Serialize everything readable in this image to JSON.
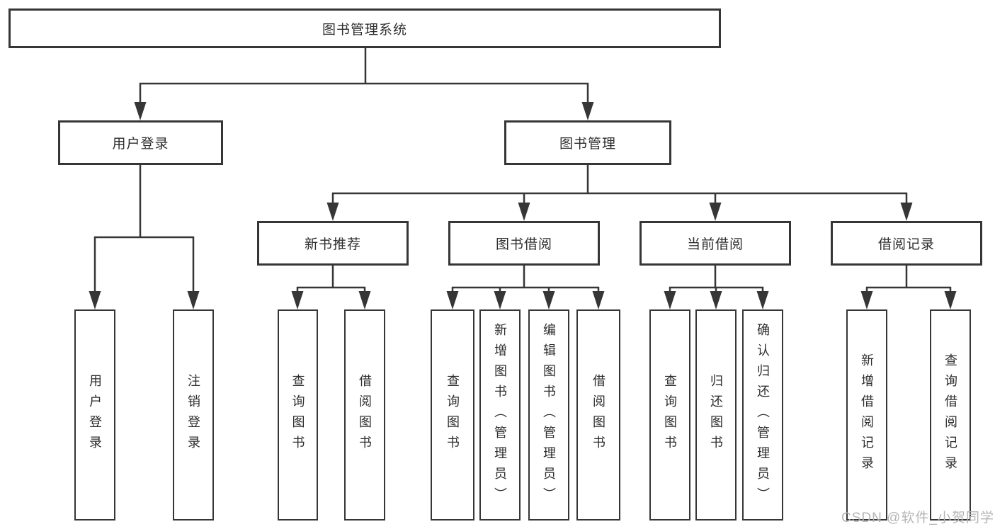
{
  "diagram": {
    "root_label": "图书管理系统",
    "level1": {
      "user_login": "用户登录",
      "book_management": "图书管理"
    },
    "level2": {
      "new_book_recommend": "新书推荐",
      "book_borrowing": "图书借阅",
      "current_borrowing": "当前借阅",
      "borrowing_records": "借阅记录"
    },
    "leaves": {
      "user_login": [
        "用户登录",
        "注销登录"
      ],
      "new_book_recommend": [
        "查询图书",
        "借阅图书"
      ],
      "book_borrowing": [
        "查询图书",
        "新增图书（管理员）",
        "编辑图书（管理员）",
        "借阅图书"
      ],
      "current_borrowing": [
        "查询图书",
        "归还图书",
        "确认归还（管理员）"
      ],
      "borrowing_records": [
        "新增借阅记录",
        "查询借阅记录"
      ]
    }
  },
  "watermark": {
    "text": "CSDN @软件_小贺同学"
  },
  "colors": {
    "line": "#363636",
    "text": "#2d2d2d",
    "watermark": "#b5b5b5",
    "background": "#ffffff"
  }
}
